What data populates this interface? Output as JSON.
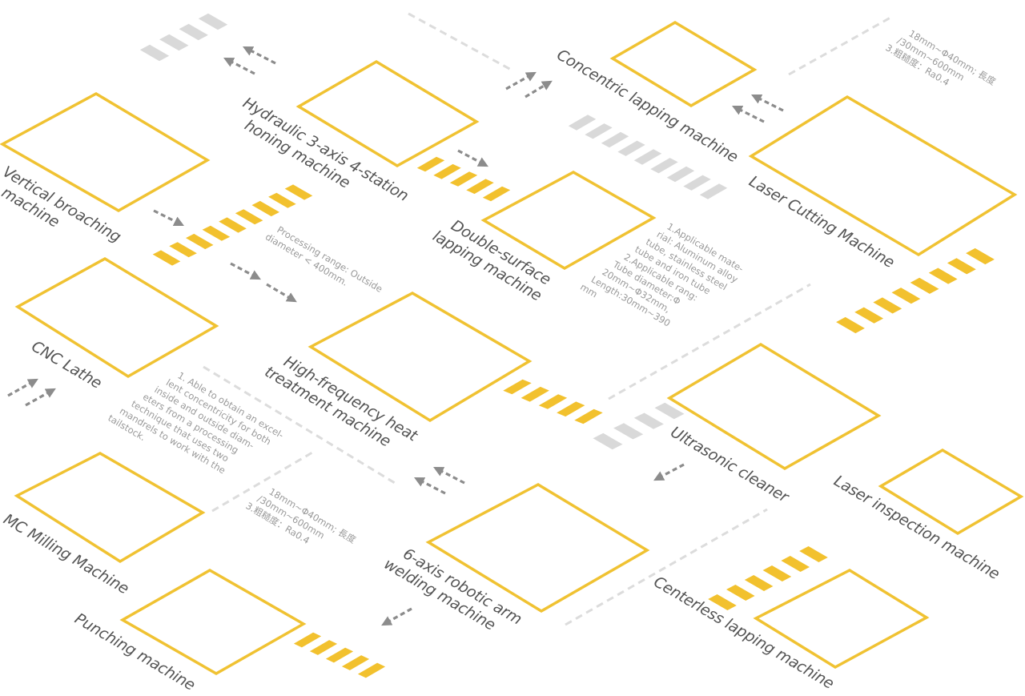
{
  "colors": {
    "outline": "#f0c232",
    "stripe_yellow": "#f2c12e",
    "stripe_gray": "#d9d9d9",
    "arrow": "#8c8c8c",
    "dash": "#dcdcdc",
    "label": "#555555",
    "note": "#9a9a9a"
  },
  "machines": {
    "vertical_broaching": [
      "Vertical broaching",
      "machine"
    ],
    "hydraulic_honing": [
      "Hydraulic 3-axis 4-station",
      "honing machine"
    ],
    "concentric_lapping": [
      "Concentric lapping  machine"
    ],
    "laser_cutting": [
      "Laser Cutting Machine"
    ],
    "double_surface_lapping": [
      "Double-surface",
      "lapping machine"
    ],
    "cnc_lathe": [
      "CNC Lathe"
    ],
    "high_frequency_heat": [
      "High-frequency heat",
      "treatment machine"
    ],
    "ultrasonic_cleaner": [
      "Ultrasonic cleaner"
    ],
    "laser_inspection": [
      "Laser inspection machine"
    ],
    "mc_milling": [
      "MC Milling Machine"
    ],
    "robotic_welding": [
      "6-axis robotic arm",
      "welding machine"
    ],
    "centerless_lapping": [
      "Centerless lapping machine"
    ],
    "punching": [
      "Punching machine"
    ]
  },
  "notes": {
    "spec_top": [
      "18mm~Φ40mm; 長度",
      "/30mm~600mm",
      "3.粗糙度：Ra0.4"
    ],
    "spec_bottom": [
      "18mm~Φ40mm; 長度",
      "/30mm~600mm",
      "3.粗糙度：Ra0.4"
    ],
    "processing_range": [
      "Processing range: Outside",
      "diameter < 400mm."
    ],
    "material": [
      "1.Applicable mate-",
      "rial: Aluminum alloy",
      "tube, stainless steel",
      "tube and iron tube",
      "2.Applicable rang:",
      "Tube diameter:Φ",
      "20mm~Φ32mm,",
      "Length:30mm~390",
      "mm"
    ],
    "concentricity": [
      "1. Able to obtain an excel-",
      "lent concentricity for both",
      "inside and outside diam-",
      "eters from a processing",
      "technique that uses two",
      "mandrels to work with the",
      "tailstock."
    ]
  }
}
